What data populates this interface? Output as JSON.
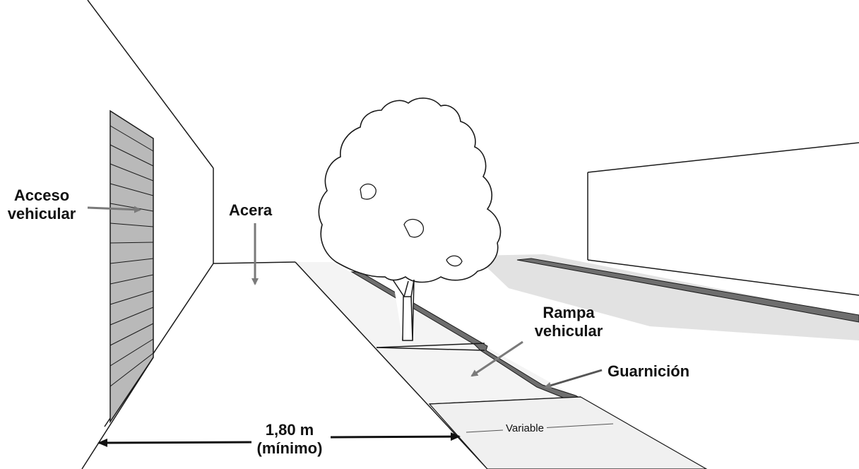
{
  "labels": {
    "acceso_line1": "Acceso",
    "acceso_line2": "vehicular",
    "acera": "Acera",
    "rampa_line1": "Rampa",
    "rampa_line2": "vehicular",
    "guarnicion": "Guarnición",
    "variable": "Variable",
    "dimension_line1": "1,80 m",
    "dimension_line2": "(mínimo)"
  },
  "colors": {
    "line": "#1a1a1a",
    "curb": "#6e6e6e",
    "sidewalk": "#f4f4f4",
    "shadow": "#e2e2e2",
    "door": "#b9b9b9",
    "arrow": "#7a7a7a"
  }
}
